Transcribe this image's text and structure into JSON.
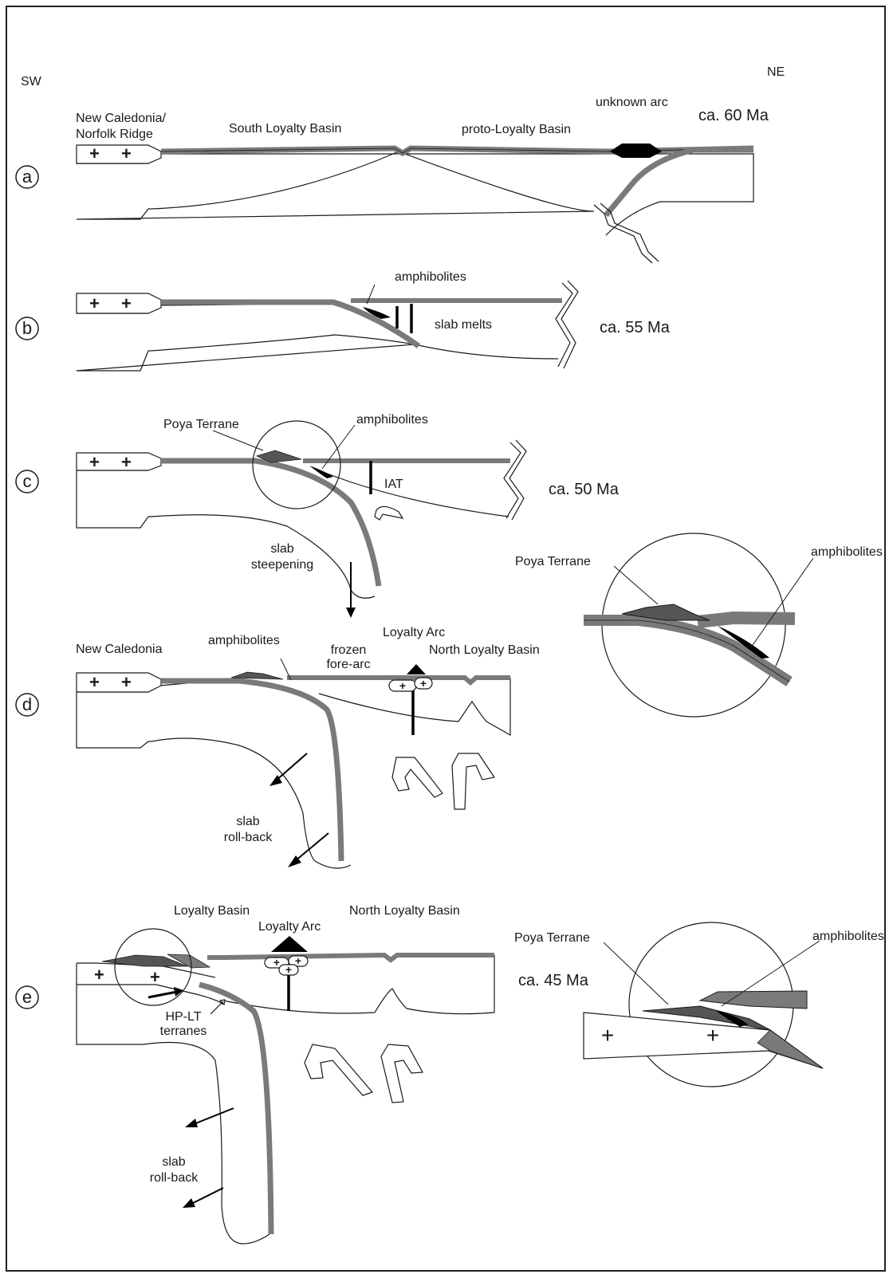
{
  "orientation": {
    "left": "SW",
    "right": "NE"
  },
  "panels": {
    "a": {
      "letter": "a",
      "age": "ca. 60 Ma",
      "labels": {
        "new_caledonia": "New Caledonia/",
        "norfolk_ridge": "Norfolk Ridge",
        "south_loyalty_basin": "South Loyalty Basin",
        "proto_loyalty_basin": "proto-Loyalty Basin",
        "unknown_arc": "unknown arc"
      }
    },
    "b": {
      "letter": "b",
      "age": "ca. 55 Ma",
      "labels": {
        "amphibolites": "amphibolites",
        "slab_melts": "slab melts"
      }
    },
    "c": {
      "letter": "c",
      "age": "ca. 50 Ma",
      "labels": {
        "poya_terrane": "Poya Terrane",
        "amphibolites": "amphibolites",
        "iat": "IAT",
        "slab_steepening_1": "slab",
        "slab_steepening_2": "steepening"
      },
      "inset_labels": {
        "poya_terrane": "Poya Terrane",
        "amphibolites": "amphibolites"
      }
    },
    "d": {
      "letter": "d",
      "labels": {
        "new_caledonia": "New Caledonia",
        "amphibolites": "amphibolites",
        "frozen_1": "frozen",
        "frozen_2": "fore-arc",
        "loyalty_arc": "Loyalty Arc",
        "north_loyalty_basin": "North Loyalty Basin",
        "rollback_1": "slab",
        "rollback_2": "roll-back"
      }
    },
    "e": {
      "letter": "e",
      "age": "ca. 45 Ma",
      "labels": {
        "loyalty_basin": "Loyalty Basin",
        "loyalty_arc": "Loyalty Arc",
        "north_loyalty_basin": "North Loyalty Basin",
        "hplt_1": "HP-LT",
        "hplt_2": "terranes",
        "rollback_1": "slab",
        "rollback_2": "roll-back"
      },
      "inset_labels": {
        "poya_terrane": "Poya Terrane",
        "amphibolites": "amphibolites"
      }
    }
  },
  "symbols": {
    "plus": "+"
  },
  "colors": {
    "slab": "#7a7a7a",
    "line": "#1a1a1a",
    "arc": "#000000"
  }
}
